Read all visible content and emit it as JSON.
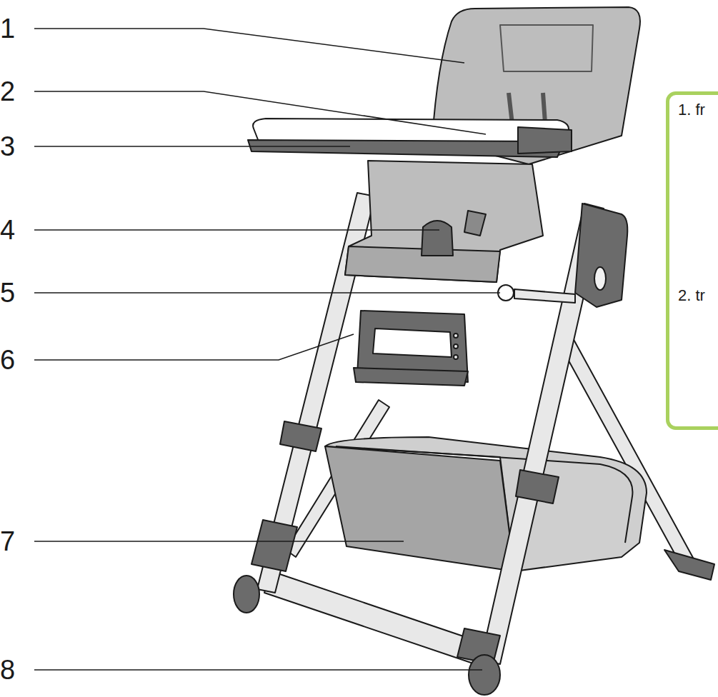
{
  "diagram": {
    "nodes": [
      {
        "text": [
          "1. fr",
          "2. tr"
        ]
      }
    ],
    "labels": [
      "1",
      "2",
      "3",
      "4",
      "5",
      "6",
      "7",
      "8"
    ]
  }
}
